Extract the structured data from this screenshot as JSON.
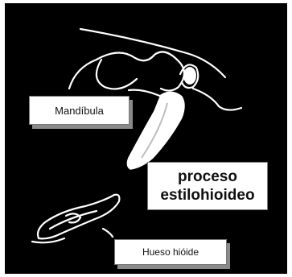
{
  "labels": {
    "mandibula": "Mandíbula",
    "proceso_line1": "proceso",
    "proceso_line2": "estilohioideo",
    "hueso": "Hueso hióide"
  },
  "colors": {
    "background": "#000000",
    "drawing_stroke": "#ffffff",
    "label_background": "#ffffff",
    "label_text": "#111111"
  }
}
